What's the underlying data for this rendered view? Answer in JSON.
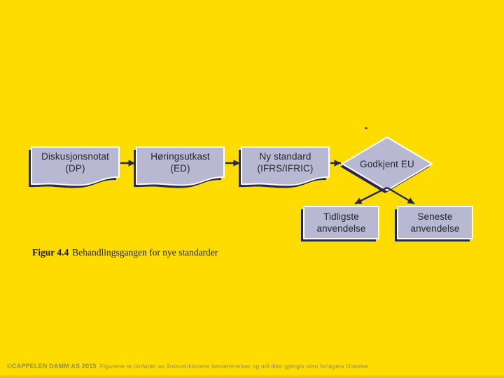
{
  "slide": {
    "background_color": "#ffdc00",
    "caption": {
      "label": "Figur 4.4",
      "text": "Behandlingsgangen for nye standarder"
    },
    "footer": {
      "publisher": "©CAPPELEN DAMM AS 2015",
      "rights": "Figurene er omfattet av åndsverklovens bestemmelser og må ikke gjengis uten forlagets tillatelse"
    }
  },
  "diagram": {
    "colors": {
      "node_fill": "#b8b8d3",
      "node_border": "#ffffff",
      "shadow": "#28284f",
      "arrow": "#28284f",
      "node_text": "#26262e"
    },
    "nodes": {
      "dp": {
        "shape": "document",
        "label": "Diskusjonsnotat\n(DP)"
      },
      "ed": {
        "shape": "document",
        "label": "Høringsutkast\n(ED)"
      },
      "standard": {
        "shape": "document",
        "label": "Ny standard\n(IFRS/IFRIC)"
      },
      "godkjent_eu": {
        "shape": "diamond",
        "label": "Godkjent EU"
      },
      "tidligste": {
        "shape": "rectangle",
        "label": "Tidligste\nanvendelse"
      },
      "seneste": {
        "shape": "rectangle",
        "label": "Seneste\nanvendelse"
      }
    }
  }
}
